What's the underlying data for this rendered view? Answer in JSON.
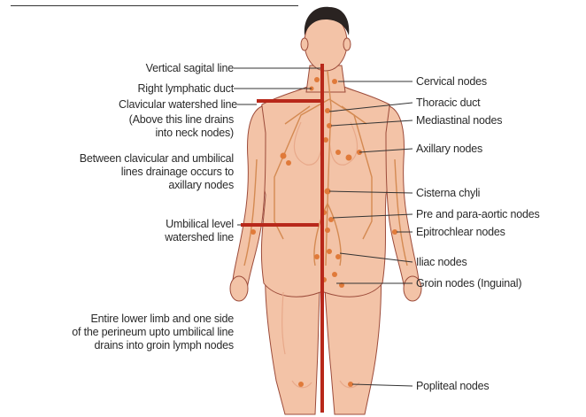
{
  "colors": {
    "skin": "#f3c3a7",
    "skin_shade": "#e8a98a",
    "outline": "#9c4b3a",
    "hair": "#2a2321",
    "watershed": "#b8281a",
    "vessel": "#d48a52",
    "node": "#e07a3a",
    "leader": "#333333"
  },
  "left_labels": {
    "vertical_sagital": "Vertical sagital line",
    "right_lymphatic": "Right lymphatic duct",
    "clavicular": "Clavicular watershed line",
    "above_1": "(Above this line drains",
    "above_2": "into neck nodes)",
    "between_1": "Between clavicular and umbilical",
    "between_2": "lines drainage occurs to",
    "between_3": "axillary nodes",
    "umbilical_1": "Umbilical level",
    "umbilical_2": "watershed line",
    "limb_1": "Entire lower limb and one side",
    "limb_2": "of the perineum upto umbilical line",
    "limb_3": "drains into groin lymph nodes"
  },
  "right_labels": {
    "cervical": "Cervical nodes",
    "thoracic": "Thoracic duct",
    "mediastinal": "Mediastinal nodes",
    "axillary": "Axillary nodes",
    "cisterna": "Cisterna chyli",
    "pre_para": "Pre and para-aortic nodes",
    "epitrochlear": "Epitrochlear nodes",
    "iliac": "Iliac nodes",
    "groin": "Groin nodes (Inguinal)",
    "popliteal": "Popliteal nodes"
  }
}
